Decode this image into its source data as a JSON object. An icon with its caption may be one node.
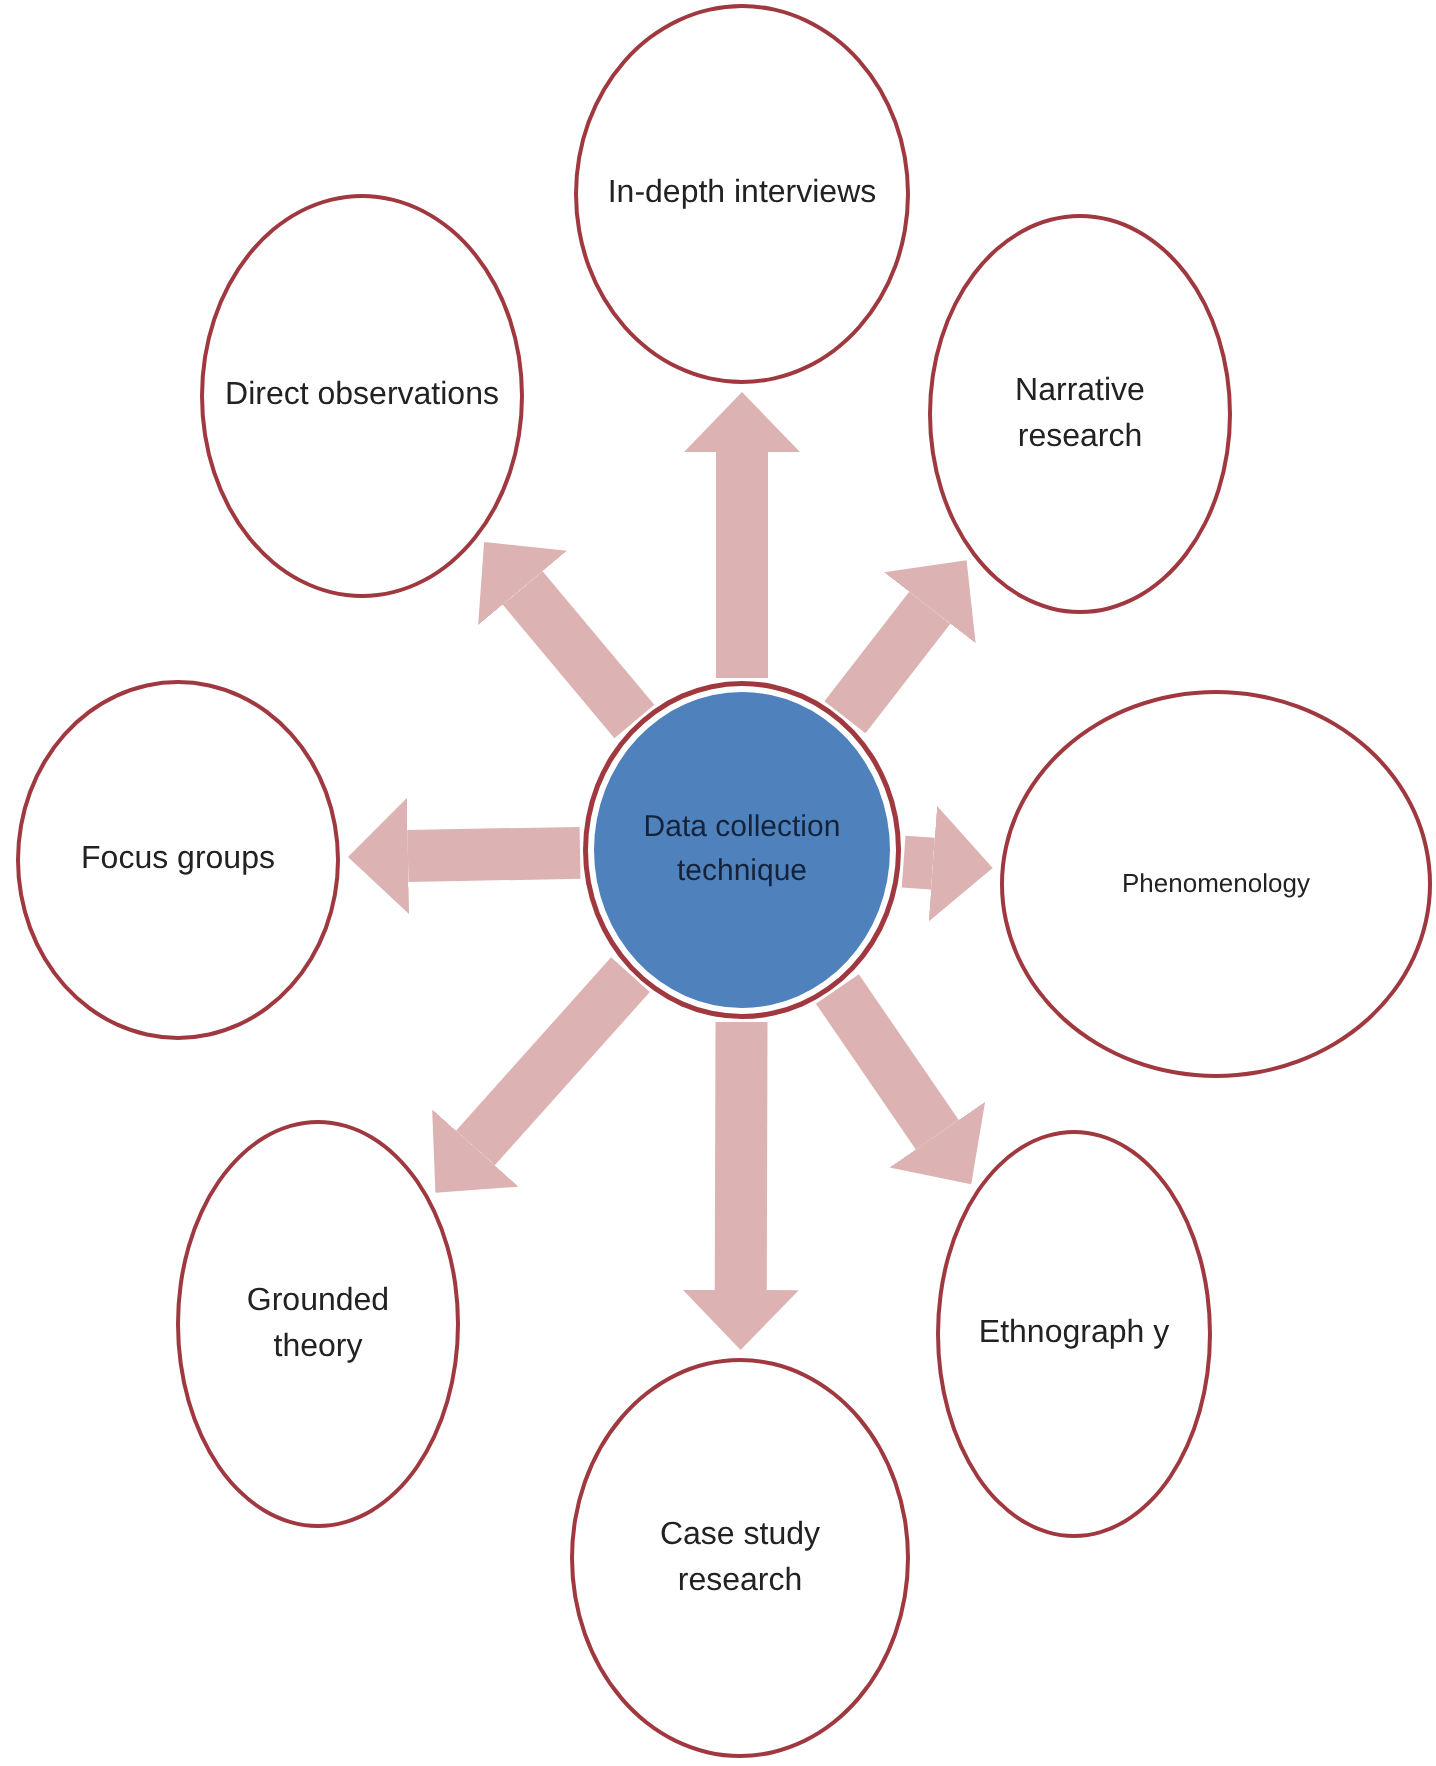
{
  "diagram": {
    "nodes": [
      {
        "text": [
          "Data collection technique"
        ]
      },
      {
        "text": [
          "In-depth interviews"
        ]
      },
      {
        "text": [
          "Narrative research"
        ]
      },
      {
        "text": [
          "Phenomenology"
        ]
      },
      {
        "text": [
          "Ethnograph y"
        ]
      },
      {
        "text": [
          "Case study research"
        ]
      },
      {
        "text": [
          "Grounded theory"
        ]
      },
      {
        "text": [
          "Focus groups"
        ]
      },
      {
        "text": [
          "Direct observations"
        ]
      }
    ],
    "edges": [
      {
        "from": 0,
        "to": 1,
        "arrow": "to"
      },
      {
        "from": 0,
        "to": 2,
        "arrow": "to"
      },
      {
        "from": 0,
        "to": 3,
        "arrow": "to"
      },
      {
        "from": 0,
        "to": 4,
        "arrow": "to"
      },
      {
        "from": 0,
        "to": 5,
        "arrow": "to"
      },
      {
        "from": 0,
        "to": 6,
        "arrow": "to"
      },
      {
        "from": 0,
        "to": 7,
        "arrow": "to"
      },
      {
        "from": 0,
        "to": 8,
        "arrow": "to"
      }
    ]
  }
}
